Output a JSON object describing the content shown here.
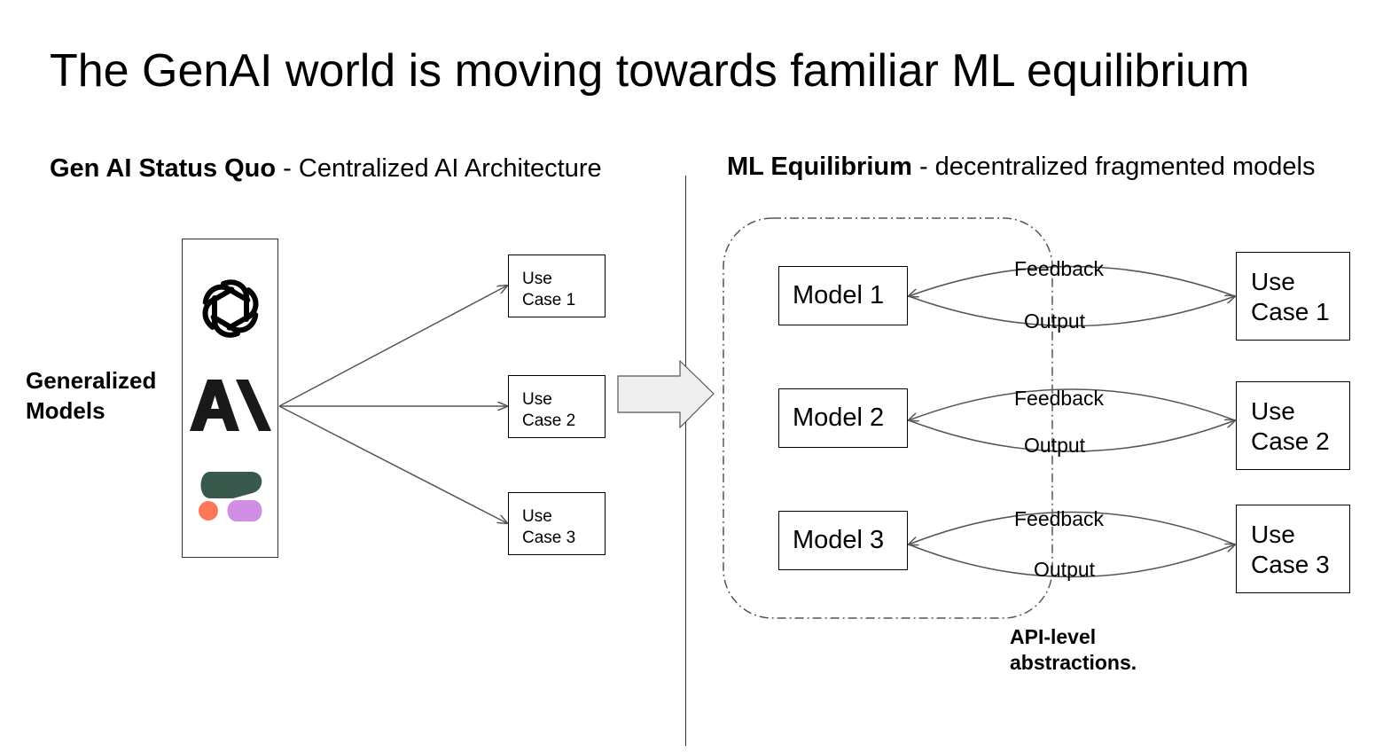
{
  "title": "The GenAI world is moving towards familiar ML equilibrium",
  "left_panel": {
    "heading_bold": "Gen AI Status Quo",
    "heading_rest": " - Centralized AI Architecture",
    "generalized_label_line1": "Generalized",
    "generalized_label_line2": "Models",
    "logos": [
      "openai-logo",
      "anthropic-logo",
      "cohere-logo"
    ],
    "use_cases": [
      {
        "line1": "Use",
        "line2": "Case 1"
      },
      {
        "line1": "Use",
        "line2": "Case 2"
      },
      {
        "line1": "Use",
        "line2": "Case 3"
      }
    ]
  },
  "right_panel": {
    "heading_bold": "ML Equilibrium",
    "heading_rest": " - decentralized fragmented models",
    "models": [
      "Model 1",
      "Model 2",
      "Model 3"
    ],
    "use_cases": [
      {
        "line1": "Use",
        "line2": "Case 1"
      },
      {
        "line1": "Use",
        "line2": "Case 2"
      },
      {
        "line1": "Use",
        "line2": "Case 3"
      }
    ],
    "feedback_label": "Feedback",
    "output_label": "Output",
    "api_label_line1": "API-level",
    "api_label_line2": "abstractions."
  },
  "colors": {
    "connector": "#555555",
    "arrow_fill": "#efefef",
    "cohere_green": "#39594d",
    "cohere_coral": "#ff7759",
    "cohere_lilac": "#d18ee2"
  }
}
